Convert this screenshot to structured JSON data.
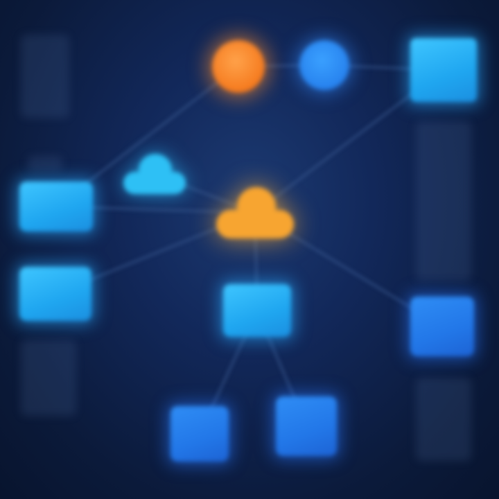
{
  "diagram": {
    "colors": {
      "background": "#0b1a3a",
      "cyan": "#2ec0f5",
      "blue": "#2277e8",
      "orange": "#f57a1e",
      "amber": "#f7a531",
      "connector": "#3a5a90"
    },
    "nodes": [
      {
        "name": "orange-circle-node",
        "shape": "circle",
        "color": "orange"
      },
      {
        "name": "blue-circle-node",
        "shape": "circle",
        "color": "blue"
      },
      {
        "name": "top-right-box-node",
        "shape": "square",
        "color": "cyan"
      },
      {
        "name": "cyan-cloud-node",
        "shape": "cloud",
        "color": "cyan"
      },
      {
        "name": "orange-cloud-hub-node",
        "shape": "cloud",
        "color": "amber"
      },
      {
        "name": "left-box-node-1",
        "shape": "rect",
        "color": "cyan"
      },
      {
        "name": "left-box-node-2",
        "shape": "rect",
        "color": "cyan"
      },
      {
        "name": "center-box-node",
        "shape": "rect",
        "color": "cyan"
      },
      {
        "name": "right-box-node",
        "shape": "square",
        "color": "blue"
      },
      {
        "name": "bottom-box-node-1",
        "shape": "square",
        "color": "blue"
      },
      {
        "name": "bottom-box-node-2",
        "shape": "square",
        "color": "blue"
      }
    ],
    "edges": [
      [
        "orange-circle-node",
        "blue-circle-node"
      ],
      [
        "blue-circle-node",
        "top-right-box-node"
      ],
      [
        "orange-cloud-hub-node",
        "top-right-box-node"
      ],
      [
        "orange-cloud-hub-node",
        "cyan-cloud-node"
      ],
      [
        "orange-cloud-hub-node",
        "left-box-node-1"
      ],
      [
        "orange-cloud-hub-node",
        "left-box-node-2"
      ],
      [
        "orange-cloud-hub-node",
        "center-box-node"
      ],
      [
        "orange-cloud-hub-node",
        "right-box-node"
      ],
      [
        "center-box-node",
        "bottom-box-node-1"
      ],
      [
        "center-box-node",
        "bottom-box-node-2"
      ],
      [
        "left-box-node-1",
        "orange-circle-node"
      ]
    ]
  }
}
